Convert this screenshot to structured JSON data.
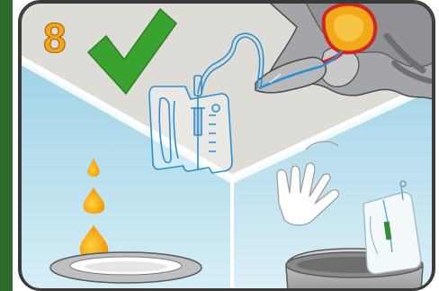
{
  "step": {
    "number": "8"
  },
  "colors": {
    "frame_green": "#2f6b2a",
    "check_green": "#3aa22e",
    "step_orange": "#f3a51e",
    "panel_grey": "#dfddd8",
    "panel_blue": "#bfe3ef",
    "urine_orange": "#f5a012",
    "tube_blue": "#3a9fd6",
    "body_grey": "#a7a8aa"
  },
  "icons": {
    "checkmark": "checkmark-icon",
    "anatomy": "pelvic-anatomy-illustration",
    "catheter_bag": "catheter-bag-illustration",
    "glove": "glove-icon",
    "drops": "urine-drops",
    "toilet": "toilet-bowl",
    "disposal": "disposal-bin"
  }
}
